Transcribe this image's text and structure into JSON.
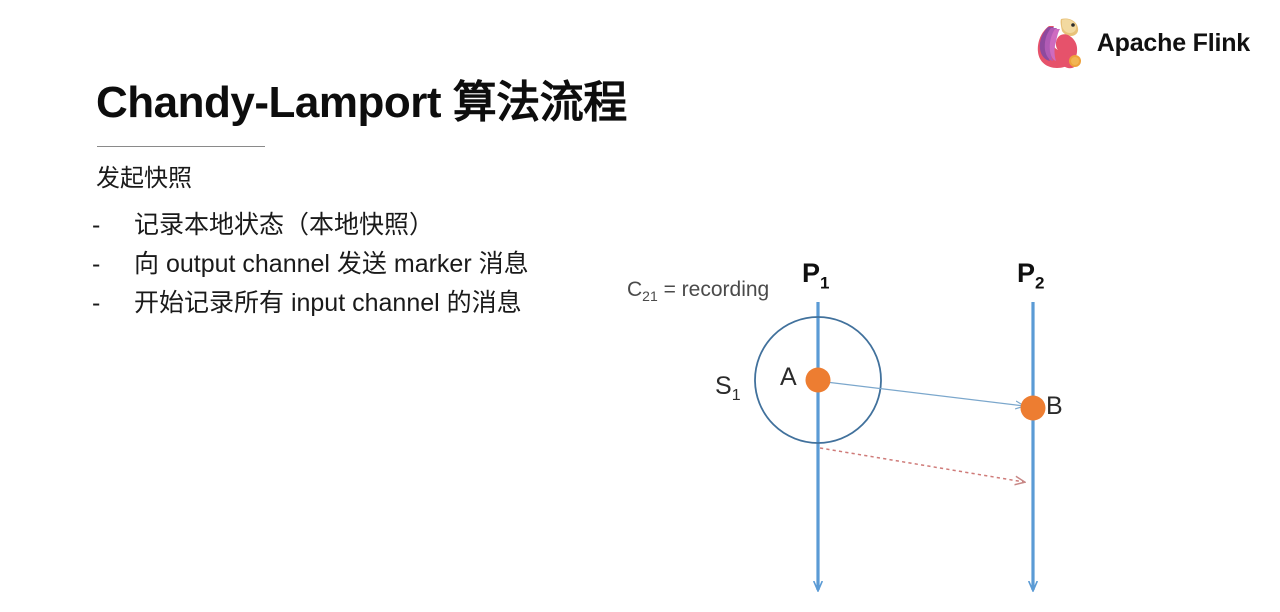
{
  "brand": {
    "name": "Apache Flink",
    "logo_icon": "flink-squirrel-icon",
    "logo_colors": {
      "body": "#E6526B",
      "tail": "#A14A9C",
      "head": "#E8C27A"
    }
  },
  "slide": {
    "title": "Chandy-Lamport 算法流程",
    "subtitle": "发起快照",
    "bullet_marker": "-",
    "bullets": [
      "记录本地状态（本地快照）",
      "向 output channel 发送 marker 消息",
      "开始记录所有 input channel 的消息"
    ]
  },
  "diagram": {
    "name": "chandy-lamport-snapshot-diagram",
    "process_labels": [
      {
        "base": "P",
        "sub": "1"
      },
      {
        "base": "P",
        "sub": "2"
      }
    ],
    "p1_label_base": "P",
    "p1_label_sub": "1",
    "p2_label_base": "P",
    "p2_label_sub": "2",
    "channel_state_base": "C",
    "channel_state_sub": "21",
    "channel_state_value": " = recording",
    "snapshot_label_base": "S",
    "snapshot_label_sub": "1",
    "event_a_label": "A",
    "event_b_label": "B",
    "colors": {
      "timeline": "#5B9BD5",
      "event_dot": "#ED7D31",
      "snapshot_circle": "#41719C",
      "message_arrow": "#7BA7CC",
      "marker_arrow": "#C0504D"
    },
    "arrows": [
      {
        "name": "message-a-to-b",
        "style": "solid",
        "from": "P1",
        "to": "P2"
      },
      {
        "name": "marker-p1-to-p2",
        "style": "dotted",
        "from": "P1",
        "to": "P2"
      }
    ]
  }
}
